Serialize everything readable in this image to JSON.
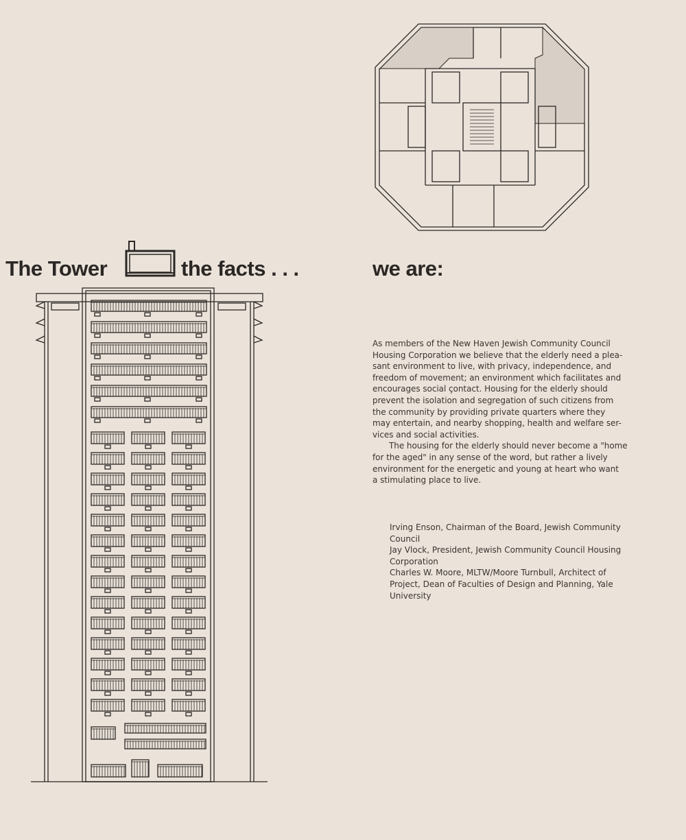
{
  "headings": {
    "tower": "The Tower",
    "facts": "the facts . . .",
    "we_are": "we are:"
  },
  "statement": {
    "paragraph1": [
      "As members of the New Haven Jewish Community Council",
      "Housing Corporation we believe that the elderly need a plea-",
      "sant environment to live, with privacy, independence, and",
      "freedom of movement; an environment which facilitates and",
      "encourages social çontact. Housing for the elderly should",
      "prevent the isolation and segregation of such citizens from",
      "the community by providing private quarters where they",
      "may entertain, and nearby shopping, health and welfare ser-",
      "vices and social activities."
    ],
    "paragraph2": [
      "The housing for the elderly should never become a \"home",
      "for the aged\" in any sense of the word, but rather a lively",
      "environment for the energetic and young at heart who want",
      "a stimulating place to live."
    ]
  },
  "signatories": [
    "Irving Enson, Chairman of the Board, Jewish Community",
    "Council",
    "Jay Vlock, President, Jewish Community Council Housing",
    "Corporation",
    "Charles W. Moore, MLTW/Moore Turnbull, Architect of",
    "Project, Dean of Faculties of Design and Planning, Yale",
    "University"
  ]
}
